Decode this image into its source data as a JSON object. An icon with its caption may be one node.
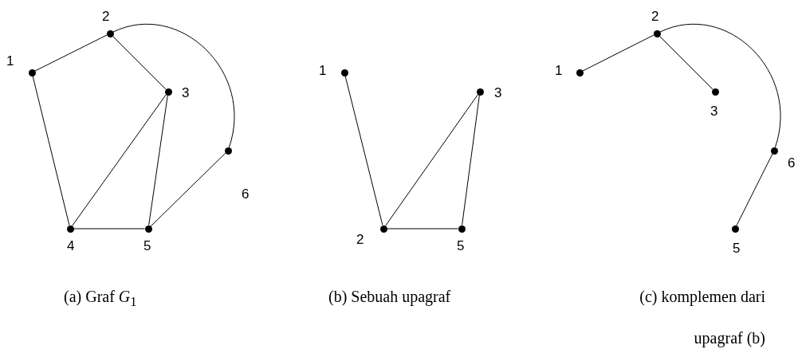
{
  "diagram": {
    "nodes": [
      {
        "text": [],
        "shape": "circle",
        "beside": [
          "1"
        ]
      },
      {
        "text": [],
        "shape": "circle",
        "beside": [
          "2"
        ]
      },
      {
        "text": [],
        "shape": "circle",
        "beside": [
          "3"
        ]
      },
      {
        "text": [],
        "shape": "circle",
        "beside": [
          "4"
        ]
      },
      {
        "text": [],
        "shape": "circle",
        "beside": [
          "5"
        ]
      },
      {
        "text": [],
        "shape": "circle",
        "beside": [
          "6"
        ]
      },
      {
        "text": [],
        "shape": "circle",
        "beside": [
          "1"
        ]
      },
      {
        "text": [],
        "shape": "circle",
        "beside": [
          "2"
        ]
      },
      {
        "text": [],
        "shape": "circle",
        "beside": [
          "3"
        ]
      },
      {
        "text": [],
        "shape": "circle",
        "beside": [
          "5"
        ]
      },
      {
        "text": [],
        "shape": "circle",
        "beside": [
          "1"
        ]
      },
      {
        "text": [],
        "shape": "circle",
        "beside": [
          "2"
        ]
      },
      {
        "text": [],
        "shape": "circle",
        "beside": [
          "3"
        ]
      },
      {
        "text": [],
        "shape": "circle",
        "beside": [
          "5"
        ]
      },
      {
        "text": [],
        "shape": "circle",
        "beside": [
          "6"
        ]
      }
    ],
    "edges": [
      {
        "from": 0,
        "to": 1,
        "arrow": "none"
      },
      {
        "from": 1,
        "to": 2,
        "arrow": "none"
      },
      {
        "from": 1,
        "to": 5,
        "arrow": "none"
      },
      {
        "from": 0,
        "to": 3,
        "arrow": "none"
      },
      {
        "from": 2,
        "to": 3,
        "arrow": "none"
      },
      {
        "from": 2,
        "to": 4,
        "arrow": "none"
      },
      {
        "from": 3,
        "to": 4,
        "arrow": "none"
      },
      {
        "from": 4,
        "to": 5,
        "arrow": "none"
      },
      {
        "from": 6,
        "to": 7,
        "arrow": "none"
      },
      {
        "from": 7,
        "to": 8,
        "arrow": "none"
      },
      {
        "from": 8,
        "to": 9,
        "arrow": "none"
      },
      {
        "from": 7,
        "to": 9,
        "arrow": "none"
      },
      {
        "from": 10,
        "to": 11,
        "arrow": "none"
      },
      {
        "from": 11,
        "to": 12,
        "arrow": "none"
      },
      {
        "from": 11,
        "to": 14,
        "arrow": "none"
      },
      {
        "from": 14,
        "to": 13,
        "arrow": "none"
      }
    ],
    "labels": [
      "(a) Graf *G*$_{1}$",
      "(b) Sebuah upagraf",
      "(c) komplemen dari upagraf (b)"
    ]
  }
}
